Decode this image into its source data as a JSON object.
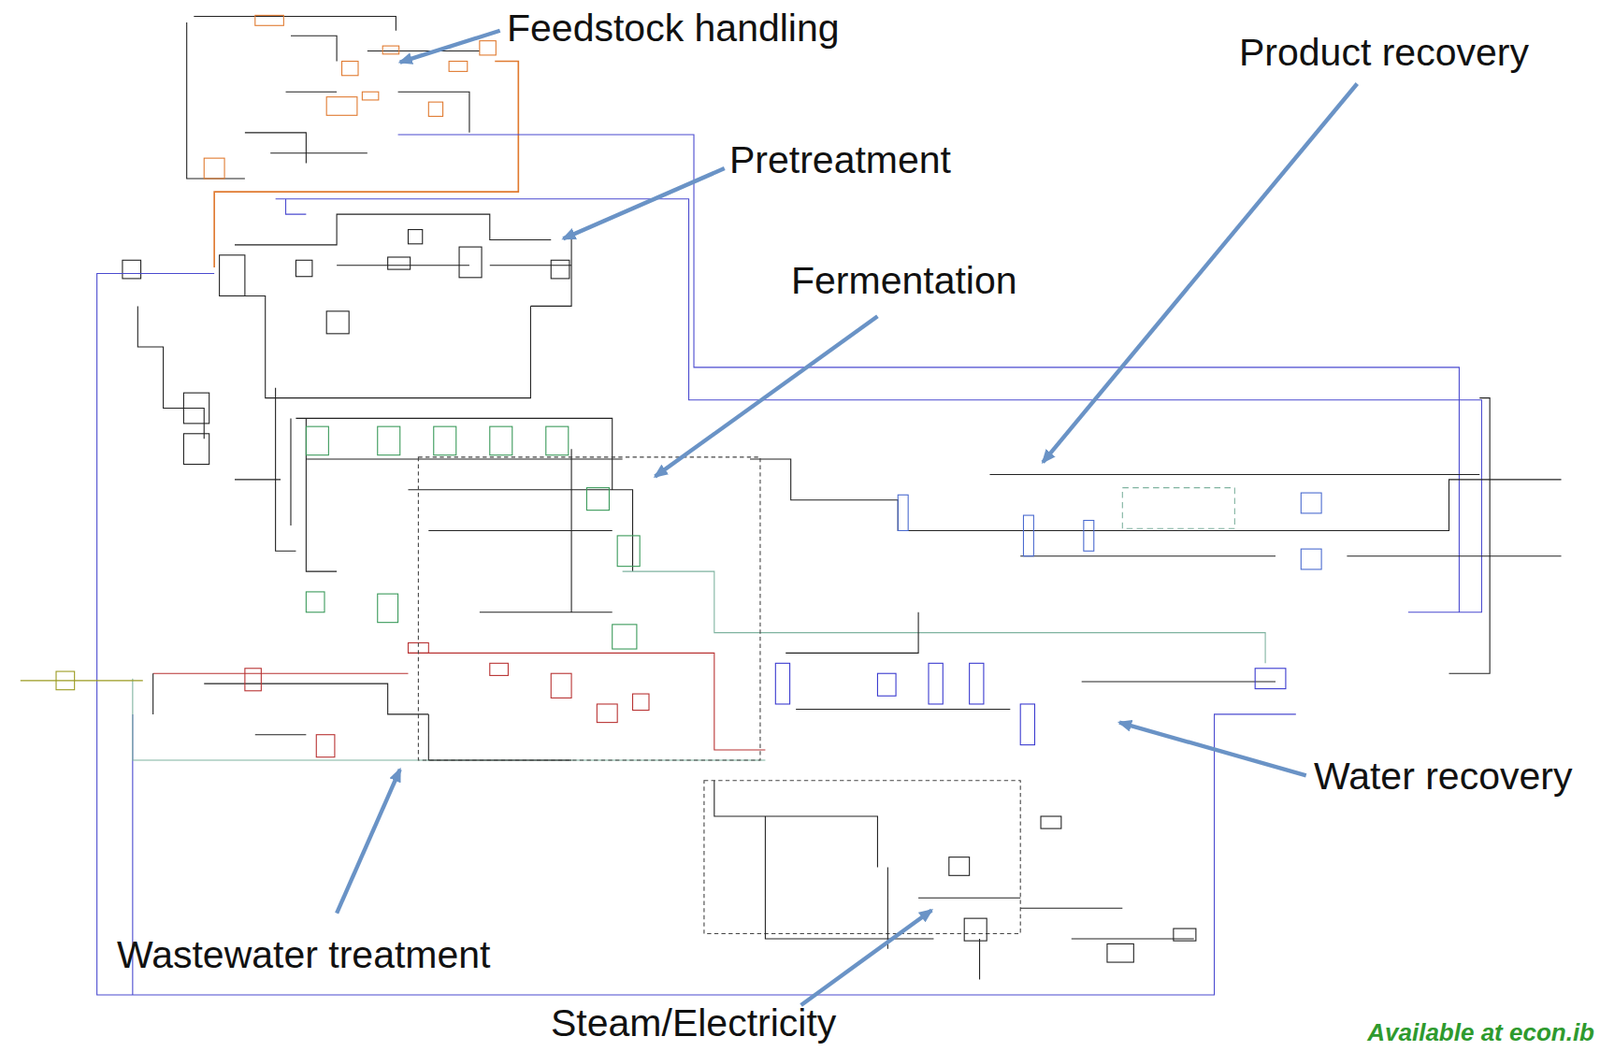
{
  "diagram": {
    "labels": [
      "Feedstock handling",
      "Pretreatment",
      "Product recovery",
      "Fermentation",
      "Water recovery",
      "Wastewater treatment",
      "Steam/Electricity",
      "Available at econ.ib"
    ]
  }
}
